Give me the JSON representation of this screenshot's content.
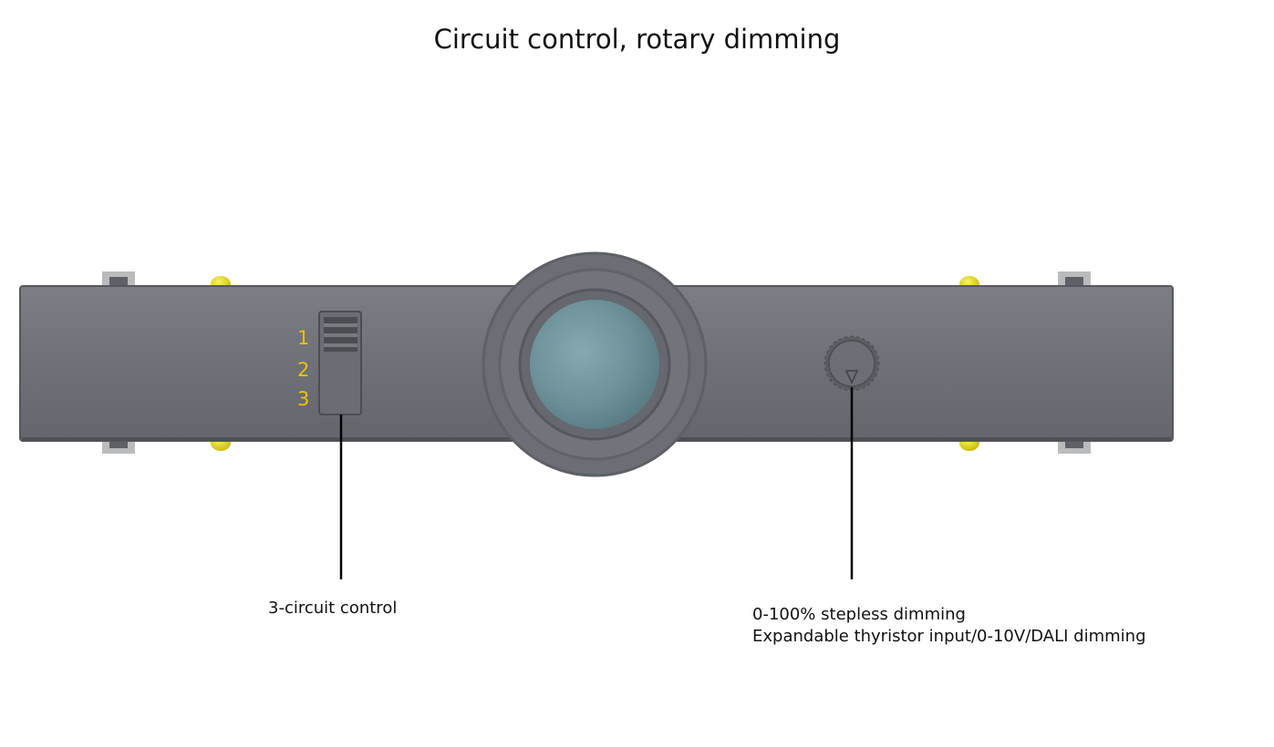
{
  "title": "Circuit control, rotary dimming",
  "switch": {
    "positions": [
      "1",
      "2",
      "3"
    ]
  },
  "callouts": {
    "circuit_control": "3-circuit control",
    "dimming_line1": "0-100% stepless dimming",
    "dimming_line2": "Expandable thyristor input/0-10V/DALI dimming"
  },
  "colors": {
    "housing": "#707379",
    "accent_yellow": "#e6d400",
    "lens": "#6f939c",
    "switch_label": "#f2c200"
  },
  "icons": {
    "knob_arrow": "triangle-down-icon"
  }
}
